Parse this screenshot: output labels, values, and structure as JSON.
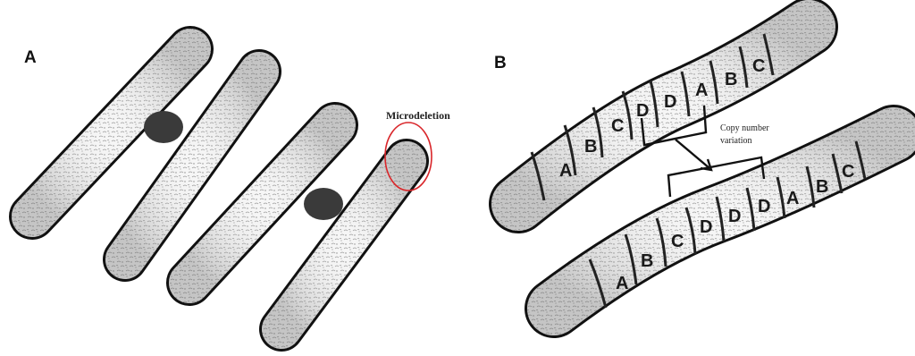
{
  "panel_a": {
    "label": "A",
    "annotation": "Microdeletion",
    "colors": {
      "highlight": "#d9262a",
      "outline": "#111111",
      "centromere": "#3a3a3a"
    }
  },
  "panel_b": {
    "label": "B",
    "top_chromosome": {
      "bands": [
        "A",
        "B",
        "C",
        "D",
        "D",
        "A",
        "B",
        "C"
      ]
    },
    "bottom_chromosome": {
      "bands": [
        "A",
        "B",
        "C",
        "D",
        "D",
        "D",
        "A",
        "B",
        "C"
      ]
    },
    "annotation_line1": "Copy number",
    "annotation_line2": "variation"
  }
}
